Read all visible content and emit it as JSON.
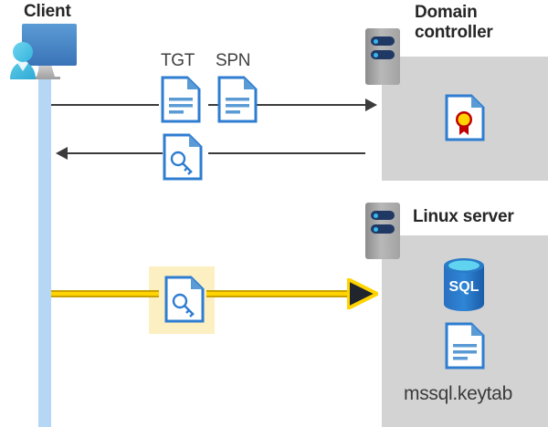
{
  "diagram": {
    "title_client": "Client",
    "title_domain_controller": "Domain\ncontroller",
    "title_domain_controller_line1": "Domain",
    "title_domain_controller_line2": "controller",
    "title_linux_server": "Linux server"
  },
  "labels": {
    "tgt": "TGT",
    "spn": "SPN",
    "keytab_filename": "mssql.keytab"
  },
  "icons": {
    "client": "client-workstation-icon",
    "domain_controller_server": "server-rack-icon",
    "linux_server": "server-rack-icon",
    "tgt_document": "document-icon",
    "spn_document": "document-icon",
    "ticket_key_document": "document-key-icon",
    "kerberos_key_document": "document-key-icon",
    "certificate": "certificate-document-icon",
    "sql_database": "sql-database-icon",
    "keytab_document": "document-icon"
  },
  "flows": {
    "request": {
      "name": "client-to-dc-request",
      "direction": "right",
      "style": "thin-black"
    },
    "response": {
      "name": "dc-to-client-response",
      "direction": "left",
      "style": "thin-black"
    },
    "kerberos": {
      "name": "client-to-linux-kerberos-auth",
      "direction": "right",
      "style": "thick-yellow-highlighted"
    }
  },
  "colors": {
    "panel_gray": "#d3d3d3",
    "lifeline_blue": "#b5d6f5",
    "highlight_yellow": "#fcf0c2",
    "arrow_yellow": "#ffd400",
    "arrow_yellow_edge": "#c8a200",
    "doc_blue": "#2e7dd1",
    "sql_blue": "#1a6fc4",
    "text_dark": "#262626",
    "arrow_black": "#3b3b3b"
  }
}
